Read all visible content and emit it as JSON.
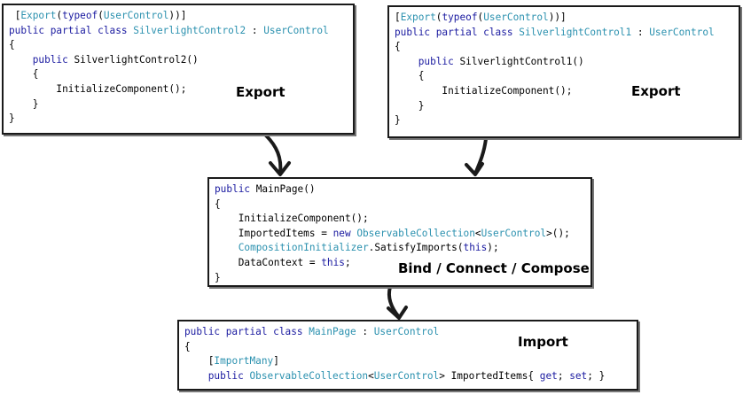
{
  "colors": {
    "keyword": "#1a1aa0",
    "type": "#2b91af",
    "text": "#000000",
    "border": "#1a1a1a"
  },
  "boxes": {
    "export2": {
      "caption": "Export",
      "lines": [
        {
          "text": " ",
          "tokens": [
            {
              "t": "["
            },
            {
              "t": "Export",
              "c": "ty"
            },
            {
              "t": "("
            },
            {
              "t": "typeof",
              "c": "kw"
            },
            {
              "t": "("
            },
            {
              "t": "UserControl",
              "c": "ty"
            },
            {
              "t": "))]"
            }
          ]
        },
        {
          "tokens": [
            {
              "t": "public partial class ",
              "c": "kw"
            },
            {
              "t": "SilverlightControl2",
              "c": "ty"
            },
            {
              "t": " : "
            },
            {
              "t": "UserControl",
              "c": "ty"
            }
          ]
        },
        {
          "tokens": [
            {
              "t": "{"
            }
          ]
        },
        {
          "tokens": [
            {
              "t": "    "
            },
            {
              "t": "public",
              "c": "kw"
            },
            {
              "t": " SilverlightControl2()"
            }
          ]
        },
        {
          "tokens": [
            {
              "t": "    {"
            }
          ]
        },
        {
          "tokens": [
            {
              "t": "        InitializeComponent();"
            }
          ]
        },
        {
          "tokens": [
            {
              "t": "    }"
            }
          ]
        },
        {
          "tokens": [
            {
              "t": "}"
            }
          ]
        }
      ]
    },
    "export1": {
      "caption": "Export",
      "lines": [
        {
          "tokens": [
            {
              "t": "["
            },
            {
              "t": "Export",
              "c": "ty"
            },
            {
              "t": "("
            },
            {
              "t": "typeof",
              "c": "kw"
            },
            {
              "t": "("
            },
            {
              "t": "UserControl",
              "c": "ty"
            },
            {
              "t": "))]"
            }
          ]
        },
        {
          "tokens": [
            {
              "t": "public partial class ",
              "c": "kw"
            },
            {
              "t": "SilverlightControl1",
              "c": "ty"
            },
            {
              "t": " : "
            },
            {
              "t": "UserControl",
              "c": "ty"
            }
          ]
        },
        {
          "tokens": [
            {
              "t": "{"
            }
          ]
        },
        {
          "tokens": [
            {
              "t": "    "
            },
            {
              "t": "public",
              "c": "kw"
            },
            {
              "t": " SilverlightControl1()"
            }
          ]
        },
        {
          "tokens": [
            {
              "t": "    {"
            }
          ]
        },
        {
          "tokens": [
            {
              "t": "        InitializeComponent();"
            }
          ]
        },
        {
          "tokens": [
            {
              "t": "    }"
            }
          ]
        },
        {
          "tokens": [
            {
              "t": "}"
            }
          ]
        }
      ]
    },
    "main": {
      "caption": "Bind / Connect / Compose",
      "lines": [
        {
          "tokens": [
            {
              "t": "public",
              "c": "kw"
            },
            {
              "t": " MainPage()"
            }
          ]
        },
        {
          "tokens": [
            {
              "t": "{"
            }
          ]
        },
        {
          "tokens": [
            {
              "t": "    InitializeComponent();"
            }
          ]
        },
        {
          "tokens": [
            {
              "t": "    ImportedItems = "
            },
            {
              "t": "new",
              "c": "kw"
            },
            {
              "t": " "
            },
            {
              "t": "ObservableCollection",
              "c": "ty"
            },
            {
              "t": "<"
            },
            {
              "t": "UserControl",
              "c": "ty"
            },
            {
              "t": ">();"
            }
          ]
        },
        {
          "tokens": [
            {
              "t": "    "
            },
            {
              "t": "CompositionInitializer",
              "c": "ty"
            },
            {
              "t": ".SatisfyImports("
            },
            {
              "t": "this",
              "c": "kw"
            },
            {
              "t": ");"
            }
          ]
        },
        {
          "tokens": [
            {
              "t": "    DataContext = "
            },
            {
              "t": "this",
              "c": "kw"
            },
            {
              "t": ";"
            }
          ]
        },
        {
          "tokens": [
            {
              "t": "}"
            }
          ]
        }
      ]
    },
    "import": {
      "caption": "Import",
      "lines": [
        {
          "tokens": [
            {
              "t": "public partial class ",
              "c": "kw"
            },
            {
              "t": "MainPage",
              "c": "ty"
            },
            {
              "t": " : "
            },
            {
              "t": "UserControl",
              "c": "ty"
            }
          ]
        },
        {
          "tokens": [
            {
              "t": "{"
            }
          ]
        },
        {
          "tokens": [
            {
              "t": "    ["
            },
            {
              "t": "ImportMany",
              "c": "ty"
            },
            {
              "t": "]"
            }
          ]
        },
        {
          "tokens": [
            {
              "t": "    "
            },
            {
              "t": "public",
              "c": "kw"
            },
            {
              "t": " "
            },
            {
              "t": "ObservableCollection",
              "c": "ty"
            },
            {
              "t": "<"
            },
            {
              "t": "UserControl",
              "c": "ty"
            },
            {
              "t": "> ImportedItems{ "
            },
            {
              "t": "get",
              "c": "kw"
            },
            {
              "t": "; "
            },
            {
              "t": "set",
              "c": "kw"
            },
            {
              "t": "; }"
            }
          ]
        }
      ]
    }
  }
}
